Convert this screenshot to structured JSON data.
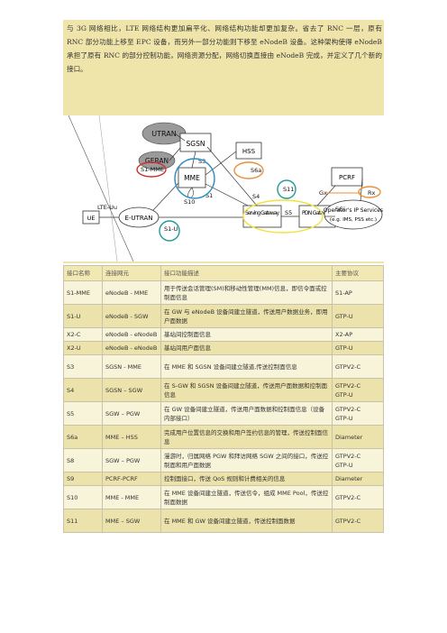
{
  "intro": {
    "paragraph": "与 3G 网络相比，LTE 网络结构更加扁平化、网络结构功能却更加复杂。省去了 RNC 一层，原有 RNC 部分功能上移至 EPC 设备，而另外一部分功能则下移至 eNodeB 设备。这种架构使得 eNodeB 承担了原有 RNC 的部分控制功能，网络资源分配，网络切换直接由 eNodeB 完成，并定义了几个新的接口。"
  },
  "diagram": {
    "nodes": {
      "utran": "UTRAN",
      "geran": "GERAN",
      "sgsn": "SGSN",
      "hss": "HSS",
      "mme": "MME",
      "pcrf": "PCRF",
      "ue": "UE",
      "eutran": "E-UTRAN",
      "serving_gw": "Serving Gateway",
      "pdn_gw": "PDN Gateway",
      "operator": "Operator's IP Services",
      "operator_eg": "(e.g. IMS, PSS etc.)"
    },
    "labels": {
      "s1_mme": "S1-MME",
      "s3": "S3",
      "s6a": "S6a",
      "s1": "S1",
      "s4": "S4",
      "s10": "S10",
      "s11": "S11",
      "lte_uu": "LTE-Uu",
      "s1_u": "S1-U",
      "s5": "S5",
      "sgi": "SGi",
      "gx": "Gx",
      "rx": "Rx"
    }
  },
  "table": {
    "headers": [
      "接口名称",
      "连接网元",
      "接口功能描述",
      "主要协议"
    ],
    "rows": [
      {
        "name": "S1-MME",
        "elements": "eNodeB - MME",
        "desc": "用于传送会话管理(SM)和移动性管理(MM)信息，即信令面或控制面信息",
        "protocol": "S1-AP"
      },
      {
        "name": "S1-U",
        "elements": "eNodeB - SGW",
        "desc": "在 GW 与 eNodeB 设备间建立隧道，传送用户数据业务，即用户面数据",
        "protocol": "GTP-U"
      },
      {
        "name": "X2-C",
        "elements": "eNodeB - eNodeB",
        "desc": "基站间控制面信息",
        "protocol": "X2-AP"
      },
      {
        "name": "X2-U",
        "elements": "eNodeB - eNodeB",
        "desc": "基站间用户面信息",
        "protocol": "GTP-U"
      },
      {
        "name": "S3",
        "elements": "SGSN - MME",
        "desc": "在 MME 和 SGSN 设备间建立隧道,传送控制面信息",
        "protocol": "GTPV2-C"
      },
      {
        "name": "S4",
        "elements": "SGSN – SGW",
        "desc": "在 S-GW 和 SGSN 设备间建立隧道，传送用户面数据和控制面信息",
        "protocol": "GTPV2-C\nGTP-U"
      },
      {
        "name": "S5",
        "elements": "SGW – PGW",
        "desc": "在 GW 设备间建立隧道，传送用户面数据和控制面信息（设备内部接口）",
        "protocol": "GTPV2-C\nGTP-U"
      },
      {
        "name": "S6a",
        "elements": "MME – HSS",
        "desc": "完成用户位置信息的交换和用户签约信息的管理，传送控制面信息",
        "protocol": "Diameter"
      },
      {
        "name": "S8",
        "elements": "SGW – PGW",
        "desc": "漫游时，归属网络 PGW 和拜访网络 SGW 之间的接口，传送控制面和用户面数据",
        "protocol": "GTPV2-C\nGTP-U"
      },
      {
        "name": "S9",
        "elements": "PCRF-PCRF",
        "desc": "控制面接口，传送 QoS 规则和计费相关的信息",
        "protocol": "Diameter"
      },
      {
        "name": "S10",
        "elements": "MME - MME",
        "desc": "在 MME 设备间建立隧道，传送信令，组成 MME Pool，传送控制面数据",
        "protocol": "GTPV2-C"
      },
      {
        "name": "S11",
        "elements": "MME – SGW",
        "desc": "在 MME 和 GW 设备间建立隧道，传送控制面数据",
        "protocol": "GTPV2-C"
      }
    ]
  },
  "colors": {
    "panel_bg": "#efe5aa",
    "red": "#d42b2b",
    "blue": "#2c8fc9",
    "teal": "#1e9a9a",
    "orange": "#e8903a",
    "yellow": "#f0e23a"
  }
}
